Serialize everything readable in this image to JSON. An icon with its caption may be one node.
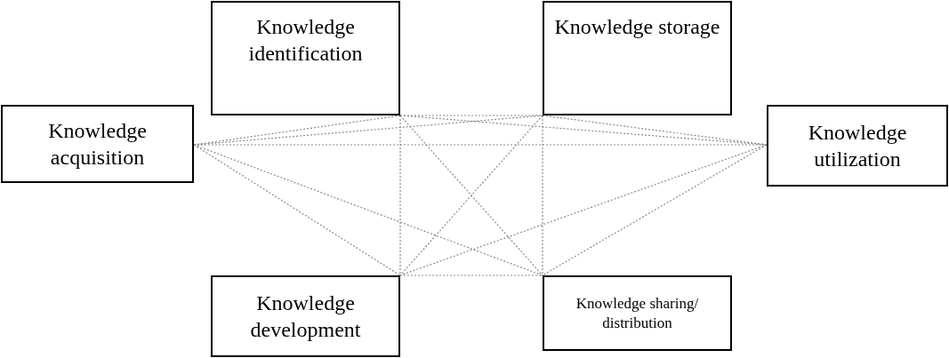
{
  "diagram": {
    "nodes": [
      {
        "text": [
          "Knowledge identification"
        ]
      },
      {
        "text": [
          "Knowledge storage"
        ]
      },
      {
        "text": [
          "Knowledge acquisition"
        ]
      },
      {
        "text": [
          "Knowledge utilization"
        ]
      },
      {
        "text": [
          "Knowledge development"
        ]
      },
      {
        "text": [
          "Knowledge sharing/ distribution"
        ]
      }
    ],
    "edges": [
      {
        "from": 0,
        "to": 1,
        "arrow": "none",
        "style": "dashed"
      },
      {
        "from": 0,
        "to": 2,
        "arrow": "none",
        "style": "dashed"
      },
      {
        "from": 0,
        "to": 3,
        "arrow": "none",
        "style": "dashed"
      },
      {
        "from": 0,
        "to": 4,
        "arrow": "none",
        "style": "dashed"
      },
      {
        "from": 0,
        "to": 5,
        "arrow": "none",
        "style": "dashed"
      },
      {
        "from": 1,
        "to": 2,
        "arrow": "none",
        "style": "dashed"
      },
      {
        "from": 1,
        "to": 3,
        "arrow": "none",
        "style": "dashed"
      },
      {
        "from": 1,
        "to": 4,
        "arrow": "none",
        "style": "dashed"
      },
      {
        "from": 1,
        "to": 5,
        "arrow": "none",
        "style": "dashed"
      },
      {
        "from": 2,
        "to": 3,
        "arrow": "none",
        "style": "dashed"
      },
      {
        "from": 2,
        "to": 4,
        "arrow": "none",
        "style": "dashed"
      },
      {
        "from": 2,
        "to": 5,
        "arrow": "none",
        "style": "dashed"
      },
      {
        "from": 3,
        "to": 4,
        "arrow": "none",
        "style": "dashed"
      },
      {
        "from": 3,
        "to": 5,
        "arrow": "none",
        "style": "dashed"
      },
      {
        "from": 4,
        "to": 5,
        "arrow": "none",
        "style": "dashed"
      }
    ]
  }
}
